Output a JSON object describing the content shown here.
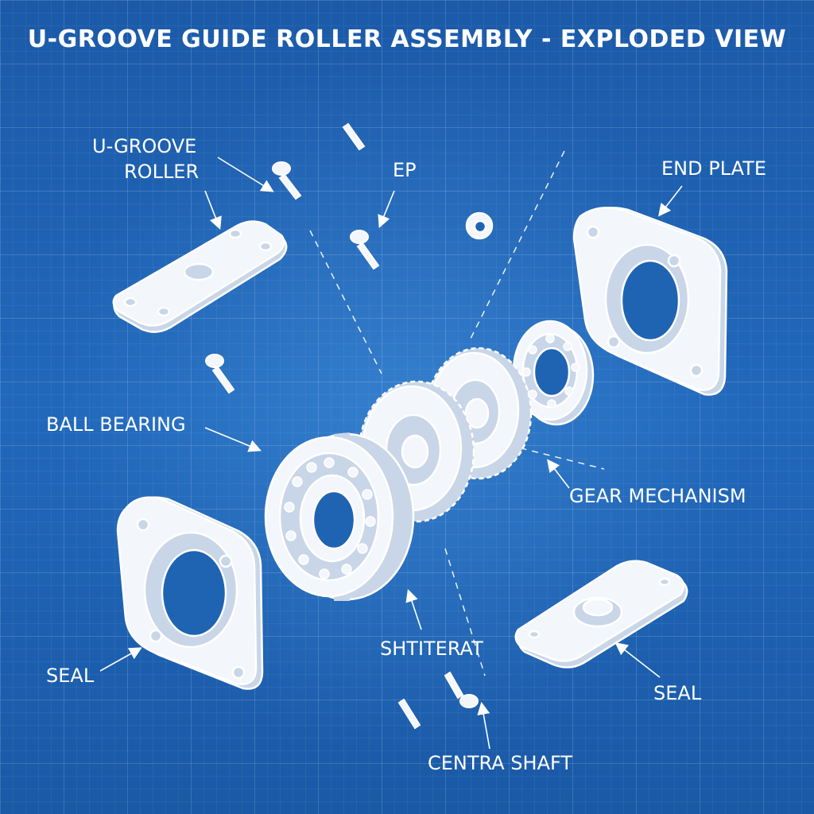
{
  "title": "U-GROOVE GUIDE ROLLER ASSEMBLY - EXPLODED VIEW",
  "labels": {
    "u_groove_roller_line1": "U-GROOVE",
    "u_groove_roller_line2": "ROLLER",
    "step": "EP",
    "end_plate": "END PLATE",
    "ball_bearing": "BALL BEARING",
    "gear_mechanism": "GEAR MECHANISM",
    "seal_left": "SEAL",
    "seal_right": "SEAL",
    "shtiterat": "SHTITERAT",
    "centra_shaft": "CENTRA SHAFT"
  },
  "colors": {
    "background": "#1f63b3",
    "line": "#ffffff",
    "part_fill": "#f3f6fb",
    "shade": "#c9d6e8"
  }
}
